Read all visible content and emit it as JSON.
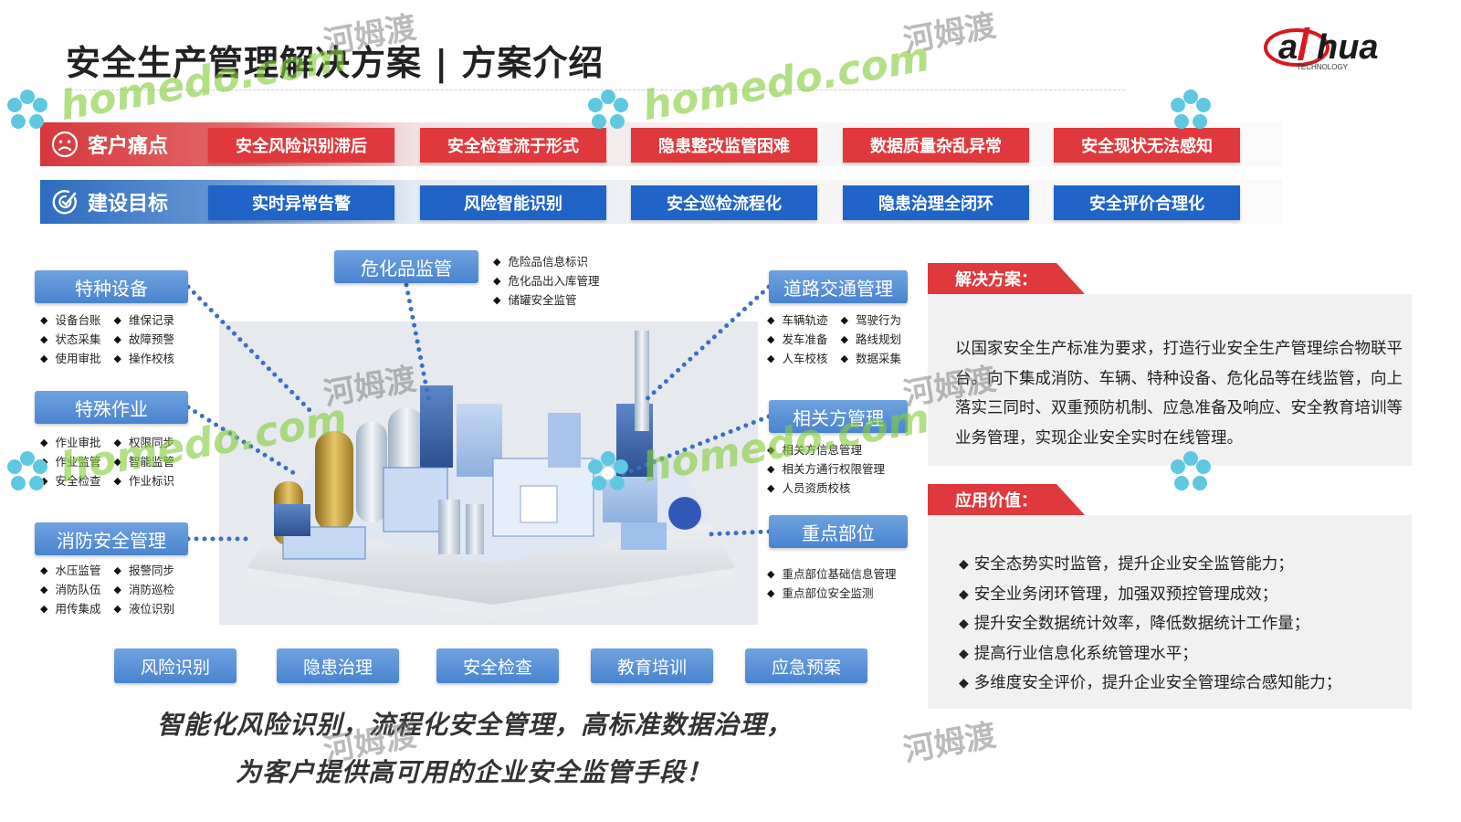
{
  "header": {
    "title": "安全生产管理解决方案 | 方案介绍"
  },
  "logo": {
    "text": "alhua",
    "sub": "TECHNOLOGY",
    "color": "#d7191f"
  },
  "pain": {
    "label": "客户痛点",
    "icon": "sad-face-icon",
    "items": [
      "安全风险识别滞后",
      "安全检查流于形式",
      "隐患整改监管困难",
      "数据质量杂乱异常",
      "安全现状无法感知"
    ]
  },
  "goal": {
    "label": "建设目标",
    "icon": "target-check-icon",
    "items": [
      "实时异常告警",
      "风险智能识别",
      "安全巡检流程化",
      "隐患治理全闭环",
      "安全评价合理化"
    ]
  },
  "modules": {
    "special_equipment": {
      "title": "特种设备",
      "items": [
        [
          "设备台账",
          "维保记录"
        ],
        [
          "状态采集",
          "故障预警"
        ],
        [
          "使用审批",
          "操作校核"
        ]
      ]
    },
    "special_work": {
      "title": "特殊作业",
      "items": [
        [
          "作业审批",
          "权限同步"
        ],
        [
          "作业监管",
          "智能监管"
        ],
        [
          "安全检查",
          "作业标识"
        ]
      ]
    },
    "fire_safety": {
      "title": "消防安全管理",
      "items": [
        [
          "水压监管",
          "报警同步"
        ],
        [
          "消防队伍",
          "消防巡检"
        ],
        [
          "用传集成",
          "液位识别"
        ]
      ]
    },
    "hazmat": {
      "title": "危化品监管",
      "items": [
        "危险品信息标识",
        "危化品出入库管理",
        "储罐安全监管"
      ]
    },
    "traffic": {
      "title": "道路交通管理",
      "items": [
        [
          "车辆轨迹",
          "驾驶行为"
        ],
        [
          "发车准备",
          "路线规划"
        ],
        [
          "人车校核",
          "数据采集"
        ]
      ]
    },
    "related": {
      "title": "相关方管理",
      "items": [
        "相关方信息管理",
        "相关方通行权限管理",
        "人员资质校核"
      ]
    },
    "key_parts": {
      "title": "重点部位",
      "items": [
        "重点部位基础信息管理",
        "重点部位安全监测"
      ]
    }
  },
  "bottom_tabs": [
    "风险识别",
    "隐患治理",
    "安全检查",
    "教育培训",
    "应急预案"
  ],
  "slogan": {
    "line1": "智能化风险识别，流程化安全管理，高标准数据治理，",
    "line2": "为客户提供高可用的企业安全监管手段！"
  },
  "solution": {
    "heading": "解决方案：",
    "text": "以国家安全生产标准为要求，打造行业安全生产管理综合物联平台。向下集成消防、车辆、特种设备、危化品等在线监管，向上落实三同时、双重预防机制、应急准备及响应、安全教育培训等业务管理，实现企业安全实时在线管理。"
  },
  "value": {
    "heading": "应用价值：",
    "items": [
      "安全态势实时监管，提升企业安全监管能力；",
      "安全业务闭环管理，加强双预控管理成效；",
      "提升安全数据统计效率，降低数据统计工作量；",
      "提高行业信息化系统管理水平；",
      "多维度安全评价，提升企业安全管理综合感知能力；"
    ]
  },
  "watermark": {
    "en": "homedo.com",
    "cn": "河姆渡",
    "color": "#84cd3c"
  }
}
